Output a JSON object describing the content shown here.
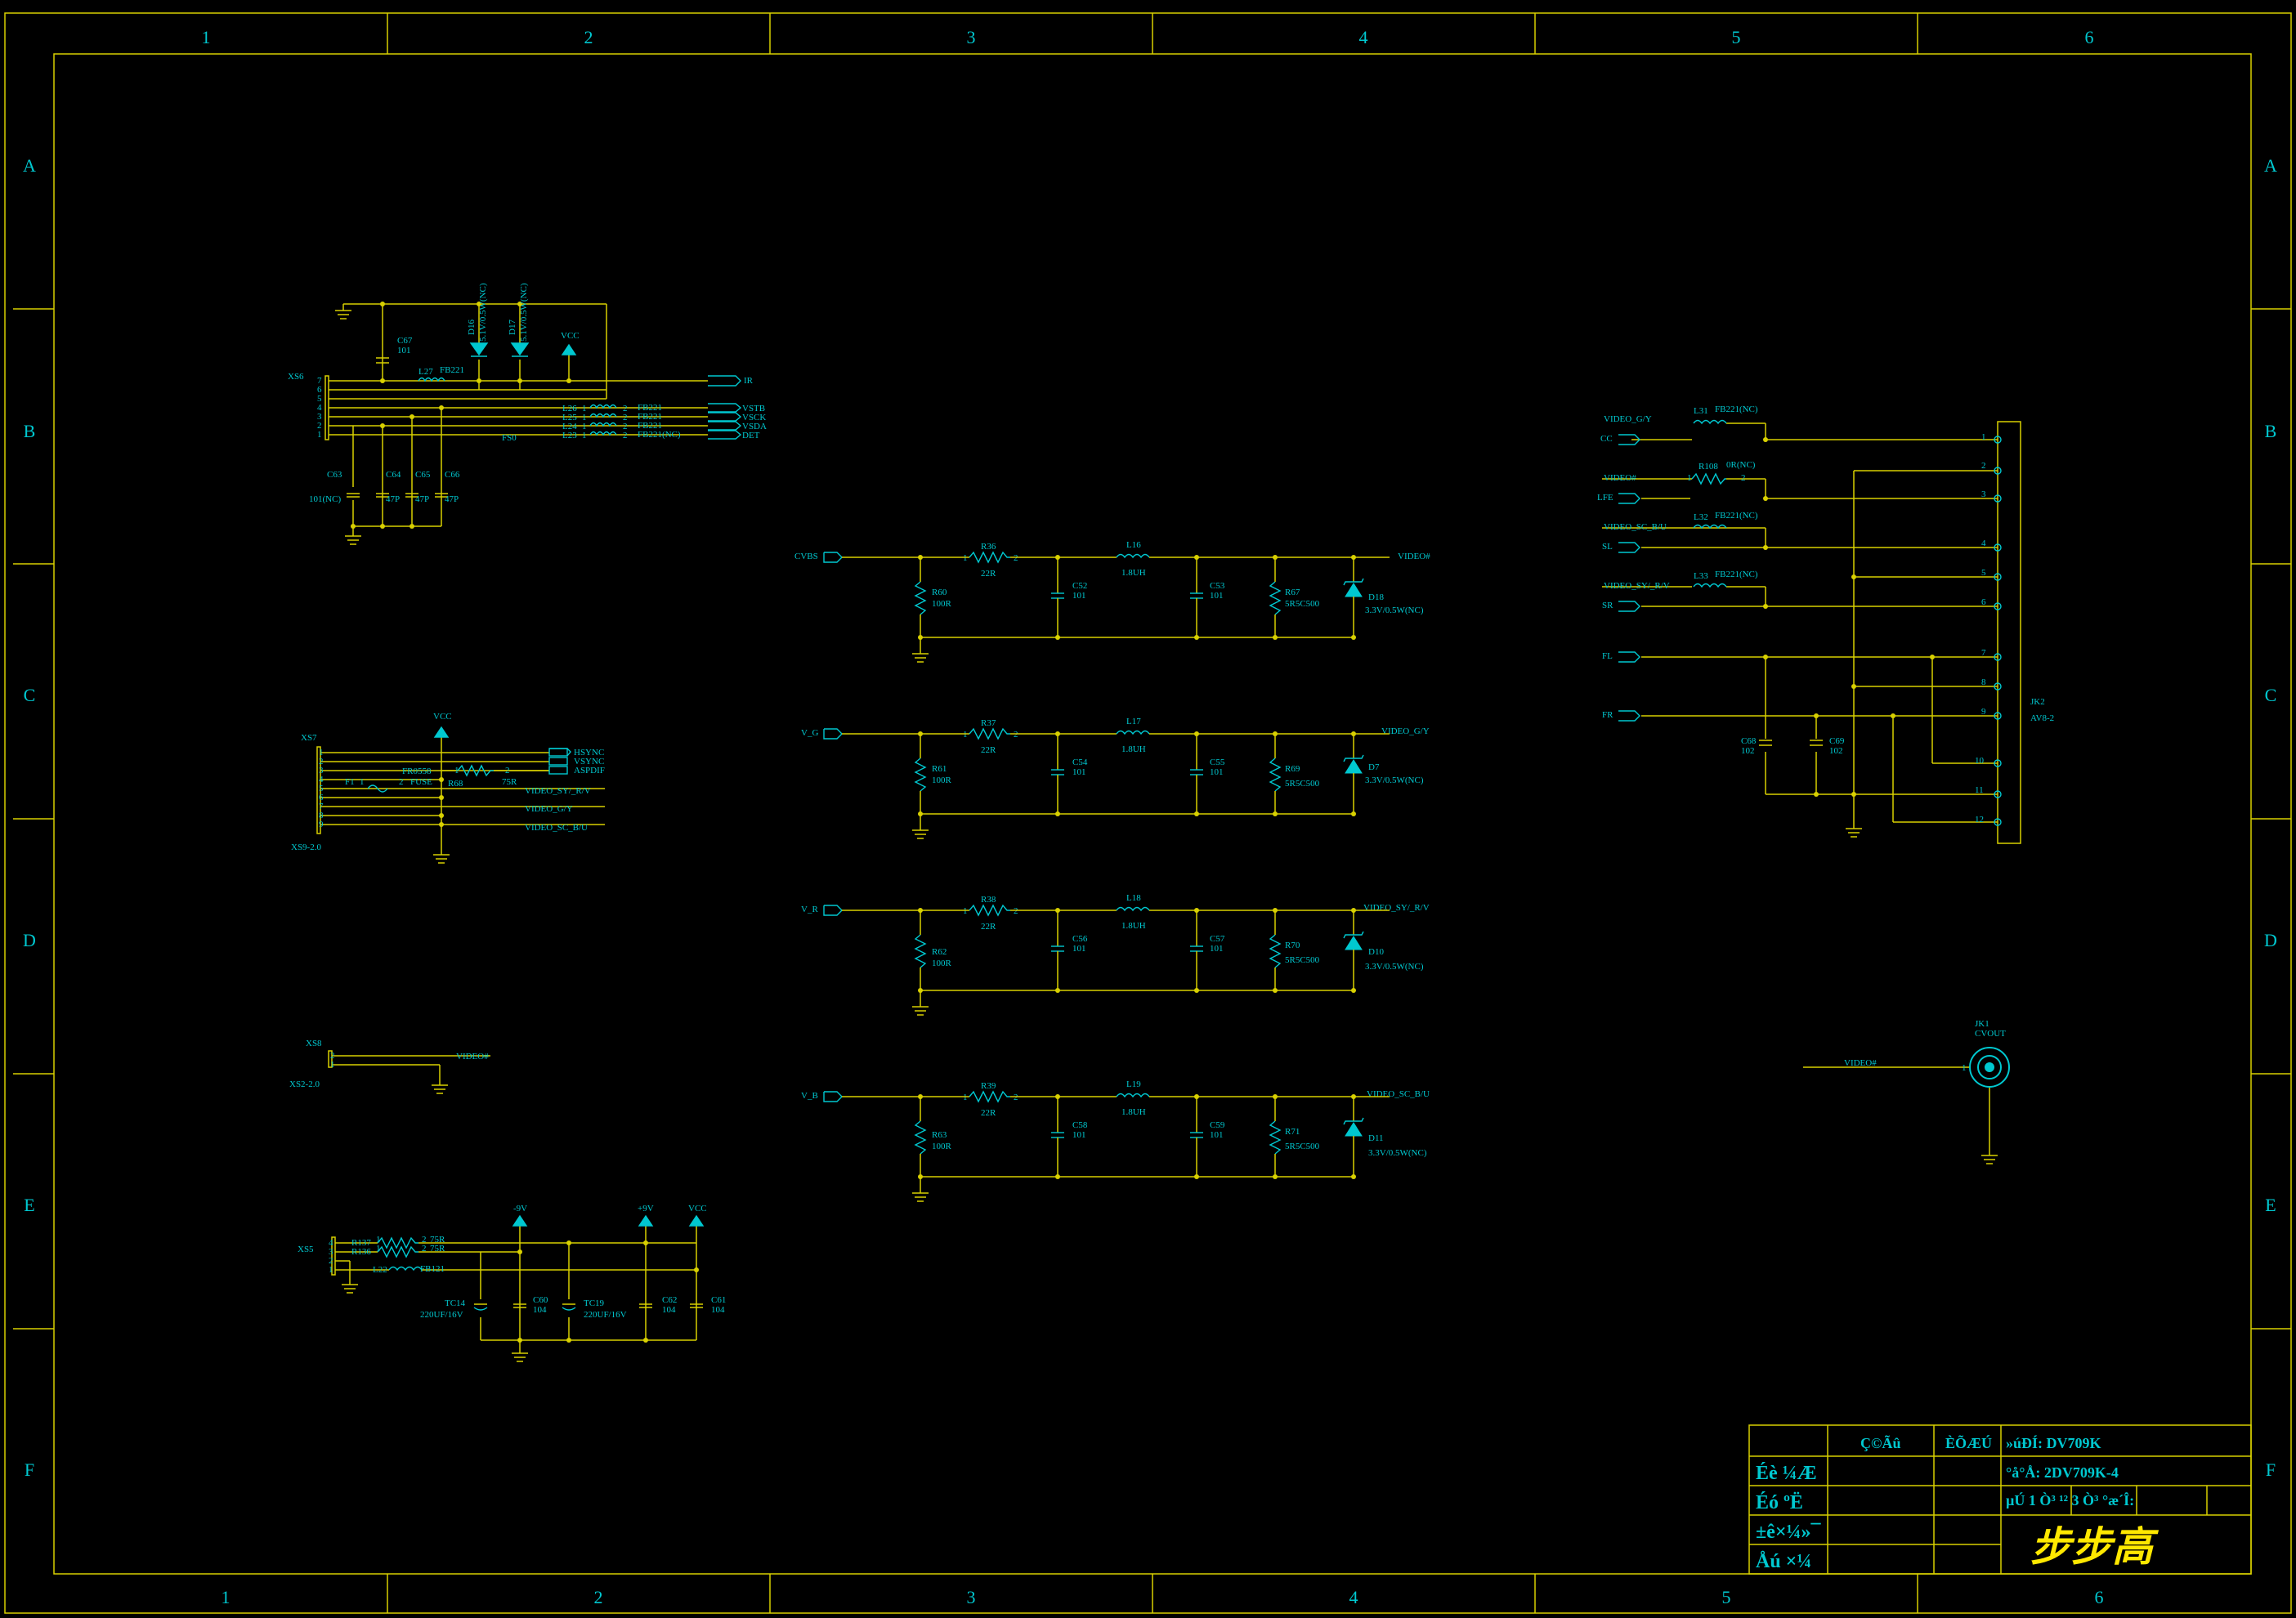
{
  "frame": {
    "columns": [
      "1",
      "2",
      "3",
      "4",
      "5",
      "6"
    ],
    "rows": [
      "A",
      "B",
      "C",
      "D",
      "E",
      "F"
    ]
  },
  "colors": {
    "background": "#000000",
    "wire": "#d8d000",
    "label": "#00c8d0",
    "logo": "#ffe800"
  },
  "xs6": {
    "ref": "XS6",
    "pins": [
      "7",
      "6",
      "5",
      "4",
      "3",
      "2",
      "1"
    ],
    "c67": {
      "ref": "C67",
      "val": "101"
    },
    "d16": {
      "ref": "D16",
      "val": "5.1V/0.5W(NC)"
    },
    "d17": {
      "ref": "D17",
      "val": "5.1V/0.5W(NC)"
    },
    "vcc": "VCC",
    "l27": {
      "ref": "L27",
      "val": "FB221"
    },
    "ir": "IR",
    "beads": [
      {
        "ref": "L26",
        "val": "FB221",
        "net": "VSTB"
      },
      {
        "ref": "L25",
        "val": "FB221",
        "net": "VSCK"
      },
      {
        "ref": "L24",
        "val": "FB221",
        "net": "VSDA"
      },
      {
        "ref": "L23",
        "val": "FB221(NC)",
        "net": "DET"
      }
    ],
    "bead_pin_a": "1",
    "bead_pin_b": "2",
    "fs0": "FS0",
    "caps": [
      {
        "ref": "C63",
        "val": "101(NC)"
      },
      {
        "ref": "C64",
        "val": "47P"
      },
      {
        "ref": "C65",
        "val": "47P"
      },
      {
        "ref": "C66",
        "val": "47P"
      }
    ]
  },
  "xs7": {
    "ref": "XS7",
    "bottom": "XS9-2.0",
    "pins": [
      "1",
      "2",
      "3",
      "4",
      "5",
      "6",
      "7",
      "8",
      "9"
    ],
    "vcc": "VCC",
    "nets": [
      "HSYNC",
      "VSYNC",
      "ASPDIF"
    ],
    "f1": {
      "ref": "F1",
      "val": "FUSE",
      "p1": "1",
      "p2": "2"
    },
    "r68": {
      "ref": "R68",
      "val": "75R",
      "p1": "1",
      "p2": "2"
    },
    "fr": "FR0558",
    "video_nets": [
      "VIDEO_SY/_R/V",
      "VIDEO_G/Y",
      "VIDEO_SC_B/U"
    ]
  },
  "xs8": {
    "ref": "XS8",
    "bottom": "XS2-2.0",
    "pins": [
      "2",
      "1"
    ],
    "net": "VIDEO#"
  },
  "xs5": {
    "ref": "XS5",
    "pins": [
      "4",
      "3",
      "2",
      "1"
    ],
    "r137": {
      "ref": "R137",
      "val": "75R",
      "p1": "1",
      "p2": "2"
    },
    "r136": {
      "ref": "R136",
      "val": "75R",
      "p1": "1",
      "p2": "2"
    },
    "l22": {
      "ref": "L22",
      "val": "FB121"
    },
    "rails": [
      "-9V",
      "+9V",
      "VCC"
    ],
    "tc14": {
      "ref": "TC14",
      "val": "220UF/16V"
    },
    "c60": {
      "ref": "C60",
      "val": "104"
    },
    "tc19": {
      "ref": "TC19",
      "val": "220UF/16V"
    },
    "c62": {
      "ref": "C62",
      "val": "104"
    },
    "c61": {
      "ref": "C61",
      "val": "104"
    }
  },
  "filters": [
    {
      "input": "CVBS",
      "r_ser": "R36",
      "r_ser_val": "22R",
      "c_a": "C52",
      "c_a_val": "101",
      "l": "L16",
      "l_val": "1.8UH",
      "c_b": "C53",
      "c_b_val": "101",
      "r_sh": "R60",
      "r_sh_val": "100R",
      "r_tm": "R67",
      "r_tm_val": "5R5C500",
      "d": "D18",
      "d_val": "3.3V/0.5W(NC)",
      "output": "VIDEO#"
    },
    {
      "input": "V_G",
      "r_ser": "R37",
      "r_ser_val": "22R",
      "c_a": "C54",
      "c_a_val": "101",
      "l": "L17",
      "l_val": "1.8UH",
      "c_b": "C55",
      "c_b_val": "101",
      "r_sh": "R61",
      "r_sh_val": "100R",
      "r_tm": "R69",
      "r_tm_val": "5R5C500",
      "d": "D7",
      "d_val": "3.3V/0.5W(NC)",
      "output": "VIDEO_G/Y"
    },
    {
      "input": "V_R",
      "r_ser": "R38",
      "r_ser_val": "22R",
      "c_a": "C56",
      "c_a_val": "101",
      "l": "L18",
      "l_val": "1.8UH",
      "c_b": "C57",
      "c_b_val": "101",
      "r_sh": "R62",
      "r_sh_val": "100R",
      "r_tm": "R70",
      "r_tm_val": "5R5C500",
      "d": "D10",
      "d_val": "3.3V/0.5W(NC)",
      "output": "VIDEO_SY/_R/V"
    },
    {
      "input": "V_B",
      "r_ser": "R39",
      "r_ser_val": "22R",
      "c_a": "C58",
      "c_a_val": "101",
      "l": "L19",
      "l_val": "1.8UH",
      "c_b": "C59",
      "c_b_val": "101",
      "r_sh": "R63",
      "r_sh_val": "100R",
      "r_tm": "R71",
      "r_tm_val": "5R5C500",
      "d": "D11",
      "d_val": "3.3V/0.5W(NC)",
      "output": "VIDEO_SC_B/U"
    }
  ],
  "filter_pins": {
    "a": "1",
    "b": "2"
  },
  "jk2": {
    "ref": "JK2",
    "val": "AV8-2",
    "pins": [
      "1",
      "2",
      "3",
      "4",
      "5",
      "6",
      "7",
      "8",
      "9",
      "10",
      "11",
      "12"
    ],
    "inputs": [
      "CC",
      "LFE",
      "SL",
      "SR",
      "FL",
      "FR"
    ],
    "nets": [
      "VIDEO_G/Y",
      "VIDEO#",
      "VIDEO_SC_B/U",
      "VIDEO_SY/_R/V"
    ],
    "l31": {
      "ref": "L31",
      "val": "FB221(NC)"
    },
    "r108": {
      "ref": "R108",
      "val": "0R(NC)",
      "p1": "1",
      "p2": "2"
    },
    "l32": {
      "ref": "L32",
      "val": "FB221(NC)"
    },
    "l33": {
      "ref": "L33",
      "val": "FB221(NC)"
    },
    "c68": {
      "ref": "C68",
      "val": "102"
    },
    "c69": {
      "ref": "C69",
      "val": "102"
    }
  },
  "jk1": {
    "ref": "JK1",
    "val": "CVOUT",
    "net": "VIDEO#",
    "pin": "1"
  },
  "title_block": {
    "header_1": "Ç©Ãû",
    "header_2": "ÈÕÆÚ",
    "row_1": "Éè  ¼Æ",
    "row_2": "Éó  ºË",
    "row_3": "±ê×¼»¯",
    "row_4": "Åú  ×¼",
    "model": "»úÐÍ: DV709K",
    "drawing_no": "°å°Å: 2DV709K-4",
    "sheet": "µÚ  1  Ò³    ¹²  3  Ò³    °æ´Î:",
    "logo": "步步高"
  }
}
